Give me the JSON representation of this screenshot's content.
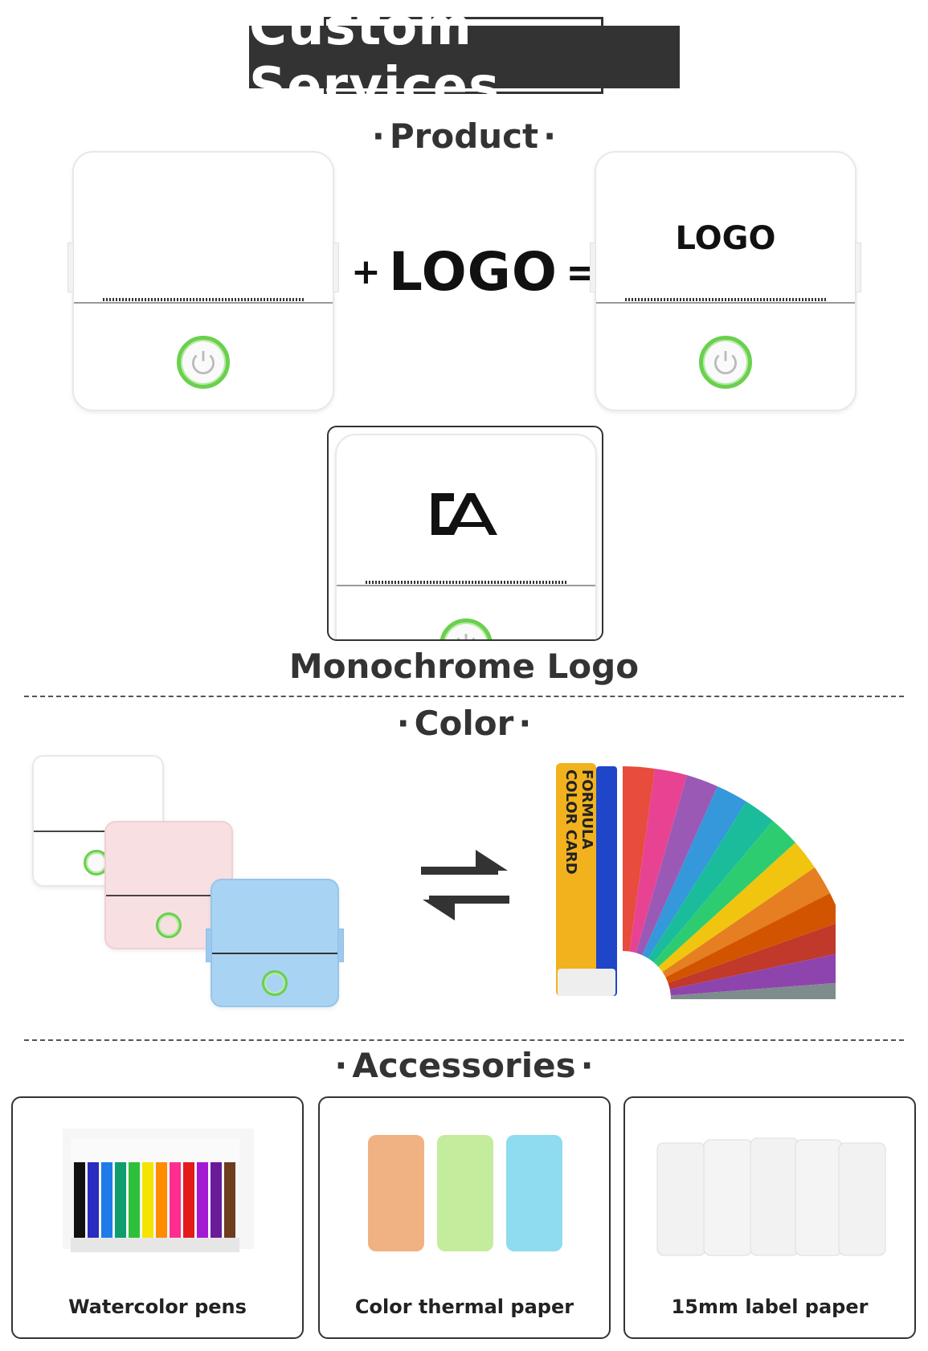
{
  "header": {
    "title": "Custom Services"
  },
  "product": {
    "heading": "Product",
    "equation_plus": "+",
    "equation_logo": "LOGO",
    "equation_equals": "=",
    "printed_logo": "LOGO",
    "monochrome_label": "Monochrome Logo"
  },
  "color": {
    "heading": "Color",
    "swatch_title_1": "FORMULA",
    "swatch_title_2": "COLOR CARD"
  },
  "accessories": {
    "heading": "Accessories",
    "items": [
      {
        "label": "Watercolor pens"
      },
      {
        "label": "Color thermal paper"
      },
      {
        "label": "15mm label paper"
      }
    ]
  },
  "colors": {
    "banner_bg": "#333333",
    "power_ring": "#6ad04d",
    "printer_pink": "#f8e0e2",
    "printer_blue": "#a9d3f3",
    "card_yellow": "#f2b21e",
    "card_blue": "#1f46c9"
  }
}
